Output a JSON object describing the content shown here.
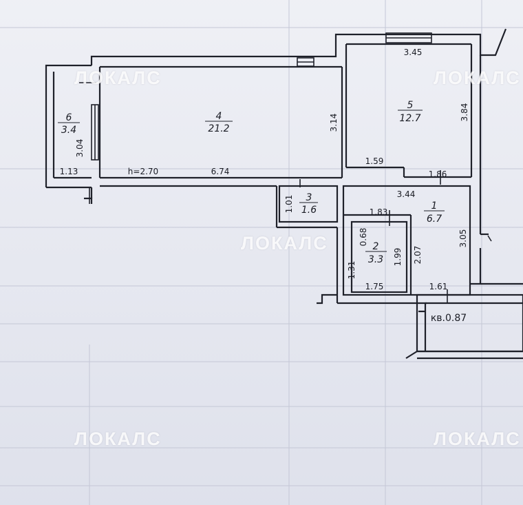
{
  "watermark": "ЛОКАЛС",
  "rooms": [
    {
      "id": "room-6",
      "number": "6",
      "area": "3.4"
    },
    {
      "id": "room-4",
      "number": "4",
      "area": "21.2"
    },
    {
      "id": "room-5",
      "number": "5",
      "area": "12.7"
    },
    {
      "id": "room-3",
      "number": "3",
      "area": "1.6"
    },
    {
      "id": "room-1",
      "number": "1",
      "area": "6.7"
    },
    {
      "id": "room-2",
      "number": "2",
      "area": "3.3"
    }
  ],
  "dimensions": {
    "d_345": "3.45",
    "d_384": "3.84",
    "d_159": "1.59",
    "d_186": "1.86",
    "d_314": "3.14",
    "d_674": "6.74",
    "ceiling": "h=2.70",
    "d_304": "3.04",
    "d_113": "1.13",
    "d_344": "3.44",
    "d_101": "1.01",
    "d_183": "1.83",
    "d_068": "0.68",
    "d_199": "1.99",
    "d_207": "2.07",
    "d_305": "3.05",
    "d_131": "1.31",
    "d_175": "1.75",
    "d_161": "1.61"
  },
  "balcony_label": "кв.0.87"
}
